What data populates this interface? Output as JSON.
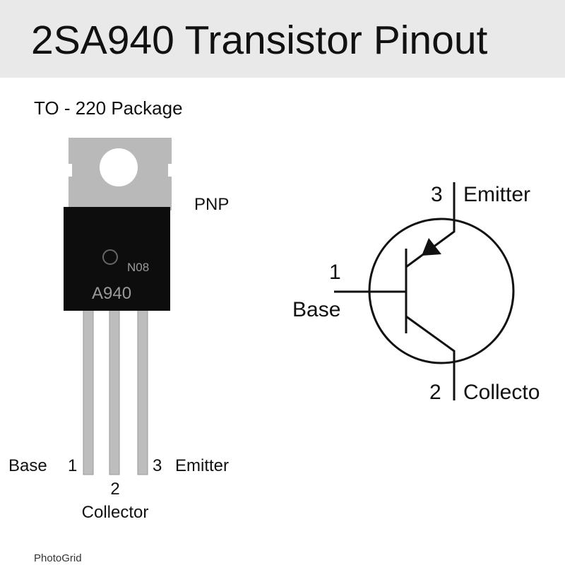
{
  "title": "2SA940 Transistor Pinout",
  "package_label": "TO - 220 Package",
  "type_label": "PNP",
  "marking": {
    "code": "N08",
    "part": "A940"
  },
  "package_pins": {
    "base": {
      "name": "Base",
      "num": "1"
    },
    "collector": {
      "name": "Collector",
      "num": "2"
    },
    "emitter": {
      "name": "Emitter",
      "num": "3"
    }
  },
  "symbol_pins": {
    "base": {
      "name": "Base",
      "num": "1"
    },
    "collector": {
      "name": "Collecto",
      "num": "2"
    },
    "emitter": {
      "name": "Emitter",
      "num": "3"
    }
  },
  "watermark": "PhotoGrid",
  "colors": {
    "header_bg": "#e9e9e9",
    "tab": "#b9b9b9",
    "body": "#0d0d0d",
    "lead": "#bdbdbd"
  }
}
